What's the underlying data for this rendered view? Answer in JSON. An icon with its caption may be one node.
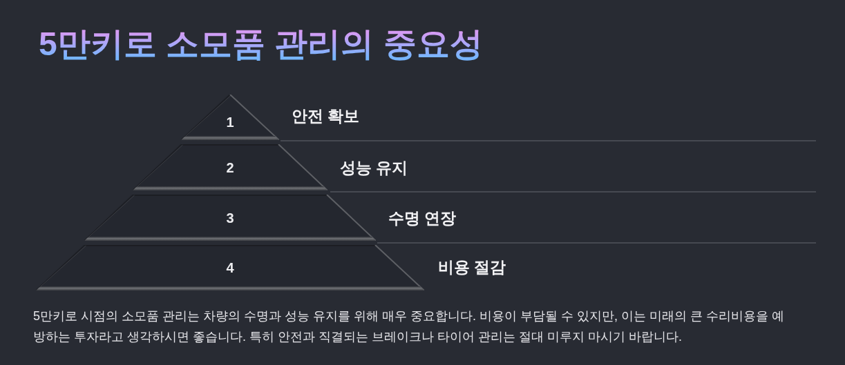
{
  "diagram": {
    "title": "5만키로 소모품 관리의 중요성",
    "nodes": [
      {
        "text": [
          "1"
        ],
        "beside": [
          "안전 확보"
        ]
      },
      {
        "text": [
          "2"
        ],
        "beside": [
          "성능 유지"
        ]
      },
      {
        "text": [
          "3"
        ],
        "beside": [
          "수명 연장"
        ]
      },
      {
        "text": [
          "4"
        ],
        "beside": [
          "비용 절감"
        ]
      }
    ],
    "caption": "5만키로 시점의 소모품 관리는 차량의 수명과 성능 유지를 위해 매우 중요합니다. 비용이 부담될 수 있지만, 이는 미래의 큰 수리비용을 예방하는 투자라고 생각하시면 좋습니다. 특히 안전과 직결되는 브레이크나 타이어 관리는 절대 미루지 마시기 바랍니다."
  }
}
